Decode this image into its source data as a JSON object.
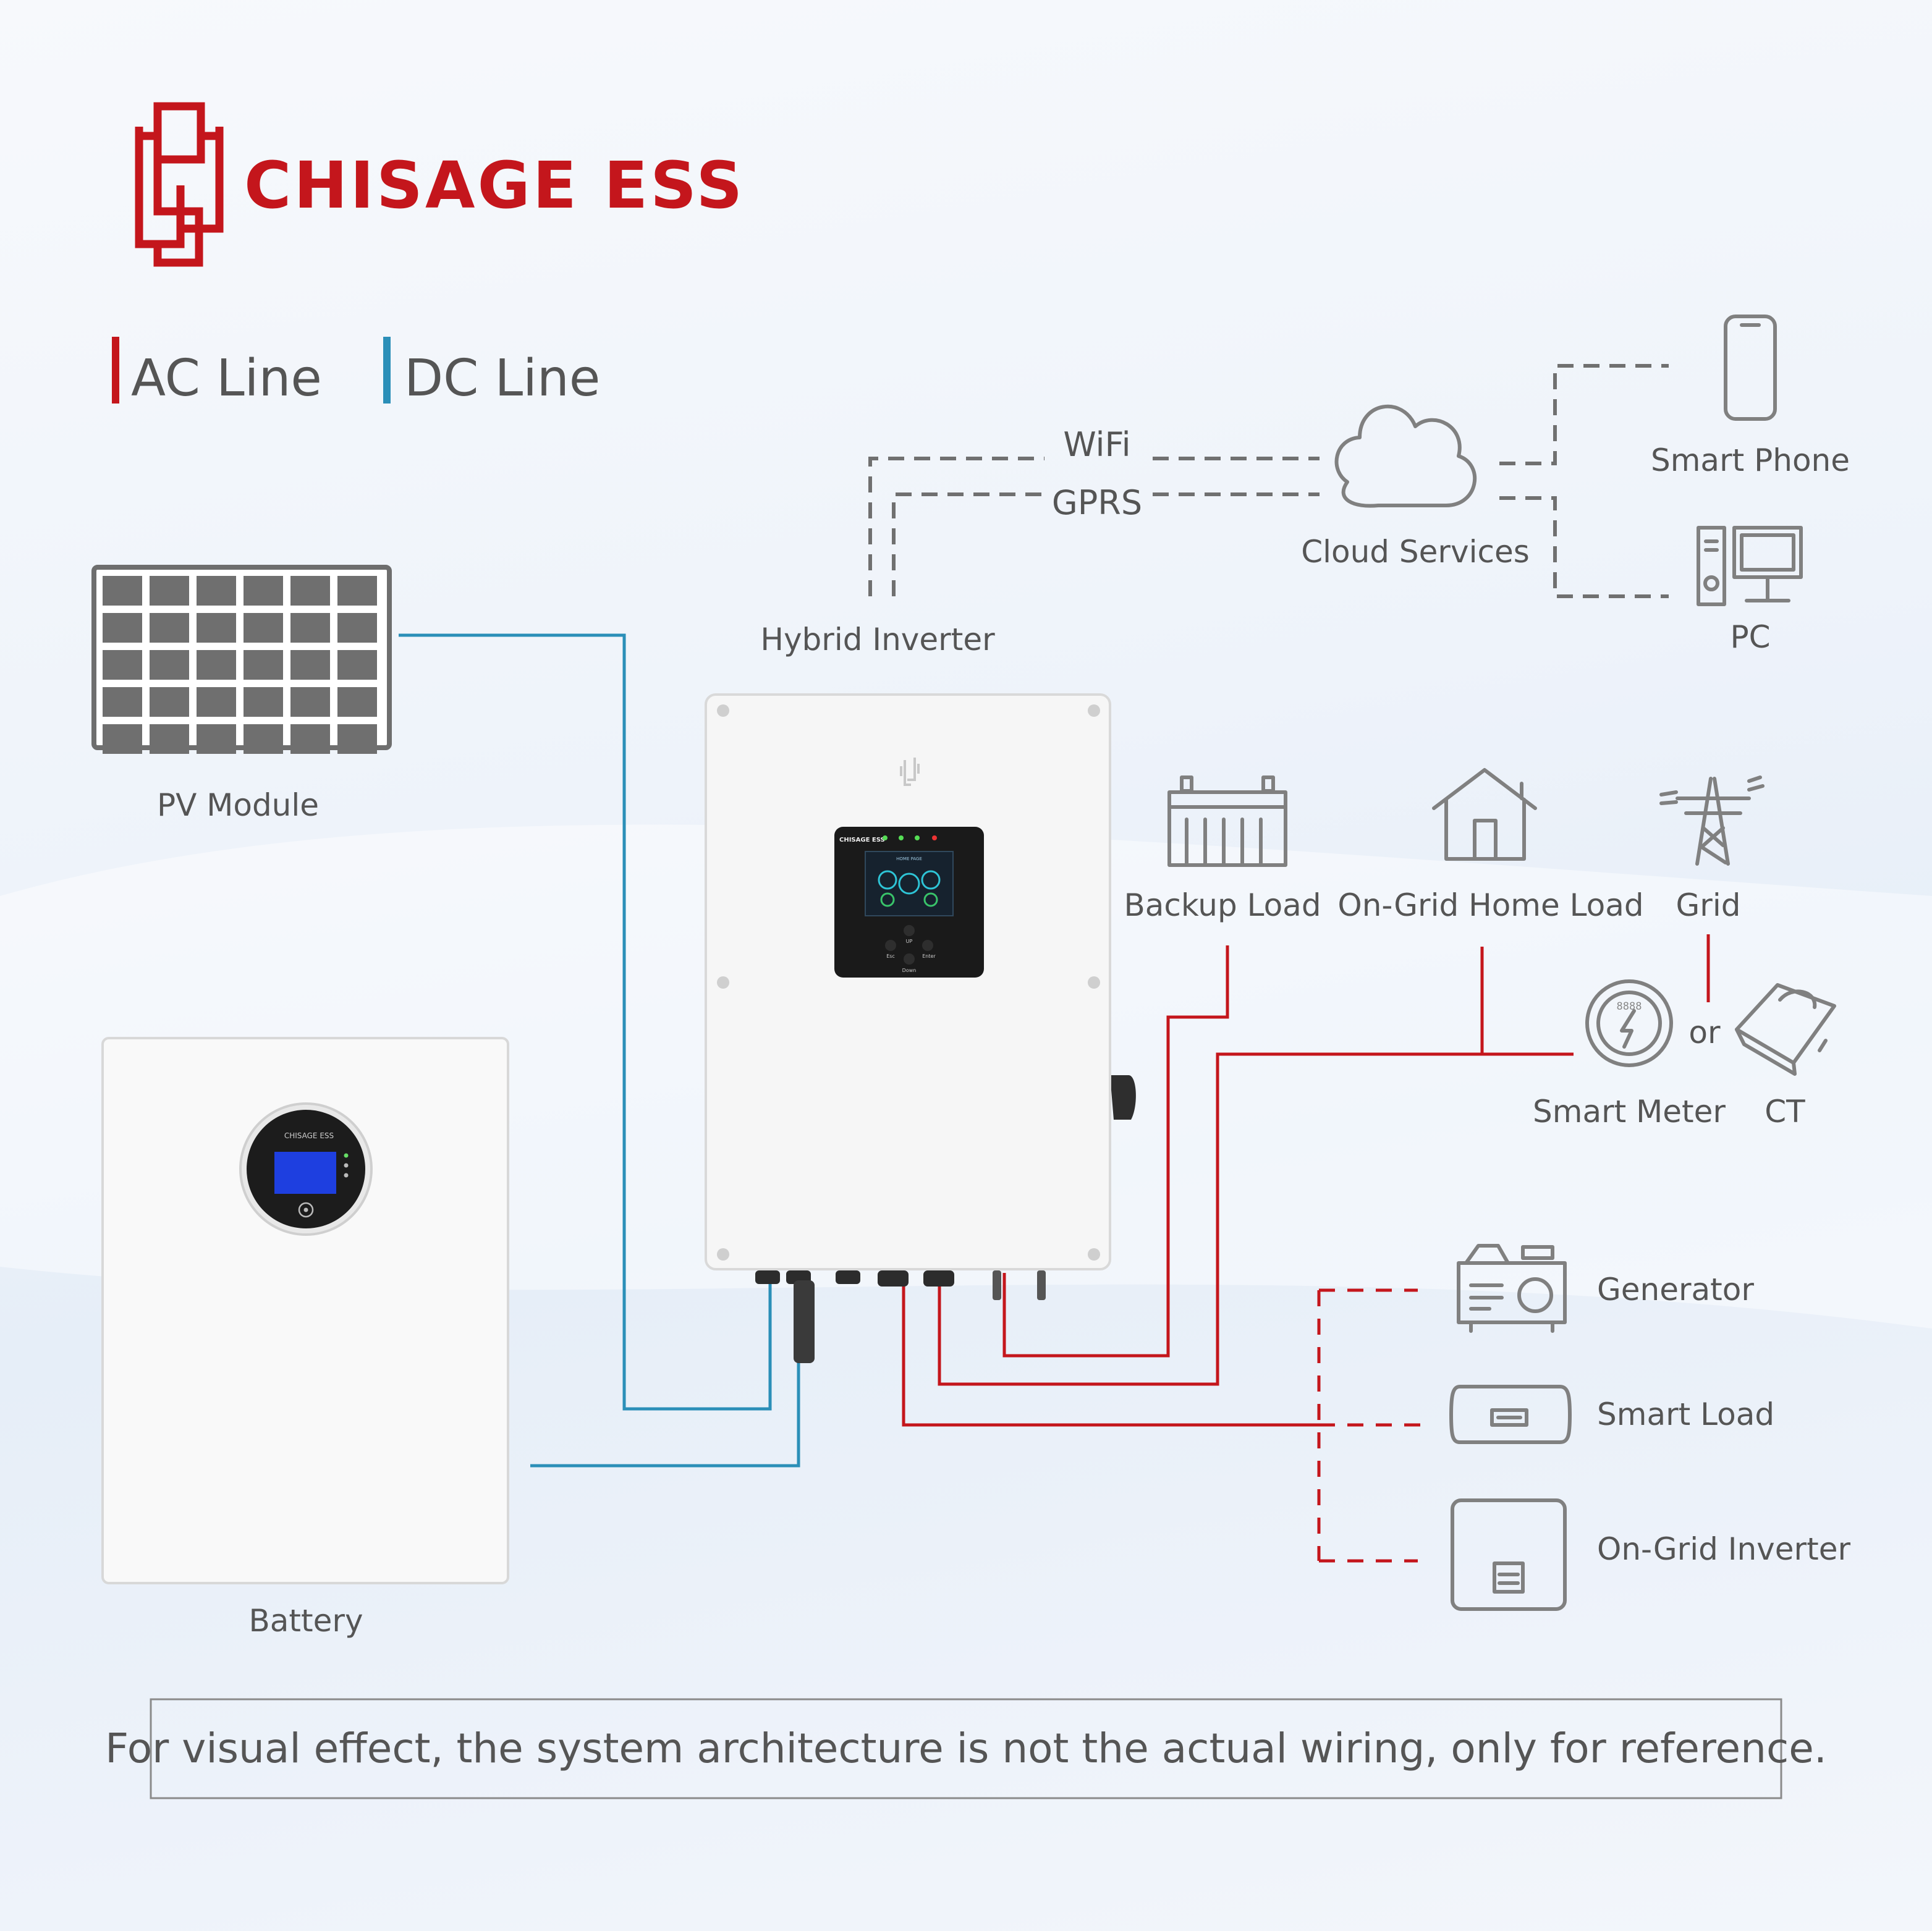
{
  "brand": {
    "name": "CHISAGE ESS",
    "color": "#c4161c"
  },
  "legend": {
    "ac": {
      "label": "AC Line",
      "color": "#c4161c"
    },
    "dc": {
      "label": "DC Line",
      "color": "#2b8fb8"
    }
  },
  "communication": {
    "wifi": "WiFi",
    "gprs": "GPRS",
    "cloud": "Cloud Services"
  },
  "devices": {
    "smart_phone": "Smart Phone",
    "pc": "PC",
    "hybrid_inverter": "Hybrid Inverter",
    "pv_module": "PV Module",
    "battery": "Battery",
    "backup_load": "Backup Load",
    "on_grid_home_load": "On-Grid Home Load",
    "grid": "Grid",
    "smart_meter": "Smart Meter",
    "or": "or",
    "ct": "CT",
    "generator": "Generator",
    "smart_load": "Smart Load",
    "on_grid_inverter": "On-Grid Inverter"
  },
  "inverter_panel": {
    "brand": "CHISAGE ESS",
    "screen_title": "HOME PAGE",
    "buttons": {
      "up": "UP",
      "esc": "Esc",
      "enter": "Enter",
      "down": "Down"
    }
  },
  "battery_panel": {
    "brand": "CHISAGE ESS"
  },
  "smart_meter_display": "8888",
  "note": "For visual effect, the system architecture is not the actual wiring, only for reference."
}
